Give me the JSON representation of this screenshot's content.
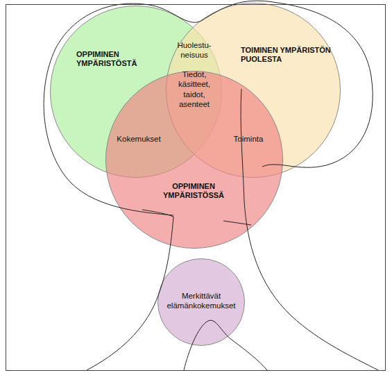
{
  "diagram": {
    "nodes": [
      {
        "text": [
          "OPPIMINEN YMPÄRISTÖSTÄ"
        ]
      },
      {
        "text": [
          "TOIMINEN YMPÄRISTÖN PUOLESTA"
        ]
      },
      {
        "text": [
          "OPPIMINEN YMPÄRISTÖSSÄ"
        ]
      },
      {
        "text": [
          "Merkittävät elämänkokemukset"
        ]
      }
    ],
    "labels": [
      "Huolestu- neisuus",
      "Tiedot, käsitteet, taidot, asenteet",
      "Kokemukset",
      "Toiminta"
    ]
  }
}
